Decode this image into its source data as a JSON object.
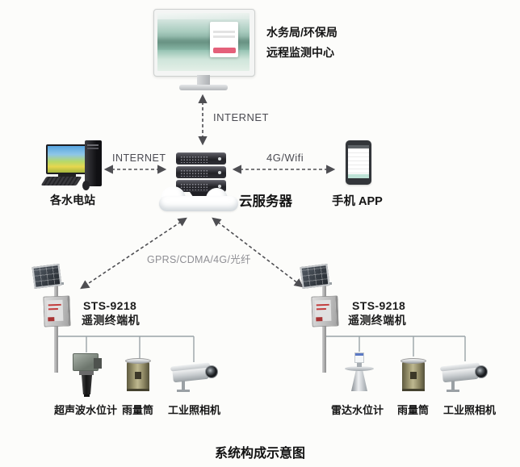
{
  "title": "系统构成示意图",
  "labels": {
    "internet_top": "INTERNET",
    "internet_left": "INTERNET",
    "wifi": "4G/Wifi",
    "gprs": "GPRS/CDMA/4G/光纤"
  },
  "nodes": {
    "center": {
      "line1": "水务局/环保局",
      "line2": "远程监测中心"
    },
    "stations": {
      "label": "各水电站"
    },
    "server": {
      "label": "云服务器"
    },
    "app": {
      "label": "手机 APP"
    },
    "terminal_left": {
      "model": "STS-9218",
      "name": "遥测终端机"
    },
    "terminal_right": {
      "model": "STS-9218",
      "name": "遥测终端机"
    },
    "sensors_left": [
      "超声波水位计",
      "雨量筒",
      "工业照相机"
    ],
    "sensors_right": [
      "雷达水位计",
      "雨量筒",
      "工业照相机"
    ]
  },
  "colors": {
    "background": "#fcfcfa",
    "text": "#141414",
    "link_label": "#4b4b52",
    "gprs_label": "#8f8f94",
    "arrow": "#4e4e52",
    "wire": "#9aa3a8",
    "login_button": "#e4607a",
    "rain_gauge": "#9d9770",
    "server_dark": "#222227",
    "solar_panel": "#2a2f35"
  }
}
